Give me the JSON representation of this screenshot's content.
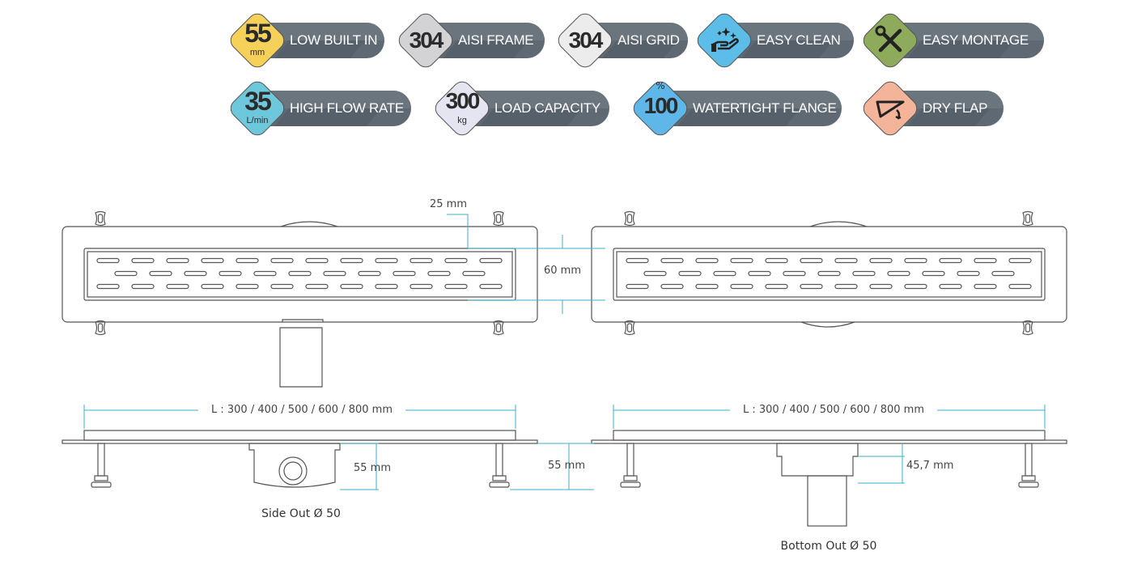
{
  "badges": [
    {
      "num": "55",
      "unit": "mm",
      "label": "LOW BUILT IN",
      "color": "#f5d15a"
    },
    {
      "num": "304",
      "label": "AISI FRAME",
      "color": "#d3d3d5"
    },
    {
      "num": "304",
      "label": "AISI GRID",
      "color": "#ececed"
    },
    {
      "icon": "hand-sparkle",
      "label": "EASY CLEAN",
      "color": "#5bbde8"
    },
    {
      "icon": "tools",
      "label": "EASY MONTAGE",
      "color": "#8eab5c"
    },
    {
      "num": "35",
      "unit": "L/min",
      "label": "HIGH FLOW RATE",
      "color": "#6dc8dc"
    },
    {
      "num": "300",
      "unit": "kg",
      "label": "LOAD CAPACITY",
      "color": "#e4e5f1"
    },
    {
      "num": "100",
      "pct": "%",
      "label": "WATERTIGHT FLANGE",
      "color": "#5eb7e8"
    },
    {
      "icon": "flap",
      "label": "DRY FLAP",
      "color": "#f3b49a"
    }
  ],
  "drawing": {
    "grate_margin": "25 mm",
    "grate_width": "60 mm",
    "length_left": "L : 300 / 400 / 500 / 600 / 800 mm",
    "length_right": "L : 300 / 400 / 500 / 600 / 800 mm",
    "side_height": "55 mm",
    "center_height": "55 mm",
    "bottom_height": "45,7 mm",
    "side_out": "Side Out Ø 50",
    "bottom_out": "Bottom Out Ø 50",
    "line_color": "#555555",
    "dim_color": "#3bb0c9"
  }
}
